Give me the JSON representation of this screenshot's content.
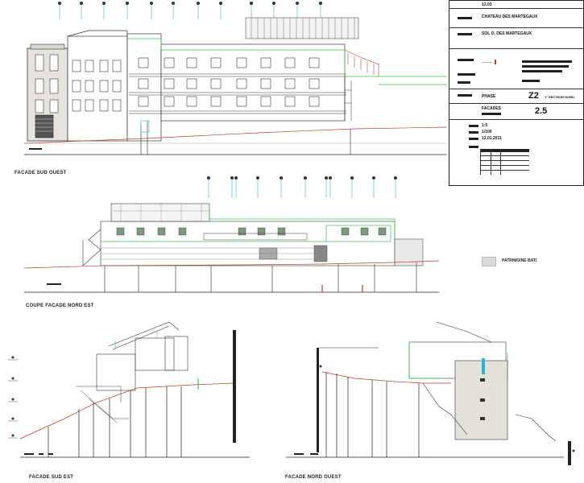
{
  "drawings": {
    "sud_ouest": {
      "caption": "FACADE SUD OUEST"
    },
    "nord_est": {
      "caption": "COUPE FACADE NORD EST"
    },
    "sud_est": {
      "caption": "FACADE SUD EST"
    },
    "nord_ouest": {
      "caption": "FACADE NORD OUEST"
    }
  },
  "legend": {
    "label": "PATRIMOINE BATI",
    "swatch_color": "#d9d9d9"
  },
  "title_block": {
    "number": "12.03",
    "project_name": "CHATEAU DES MARTEGAUX",
    "location": "SOL O. DES MARTEGAUX",
    "phase_label": "PHASE",
    "zone": "Z2",
    "zone_note": "1° SECTEUR NORD",
    "sheet_label": "FACADES",
    "sheet_number": "2.5",
    "scale": "1:5",
    "ratio": "1/100",
    "date": "12.01.2011"
  },
  "colors": {
    "line": "#222222",
    "ground": "#c0392b",
    "green": "#2ecc40",
    "cyan": "#29b6d6",
    "gray": "#9e9e9e"
  }
}
